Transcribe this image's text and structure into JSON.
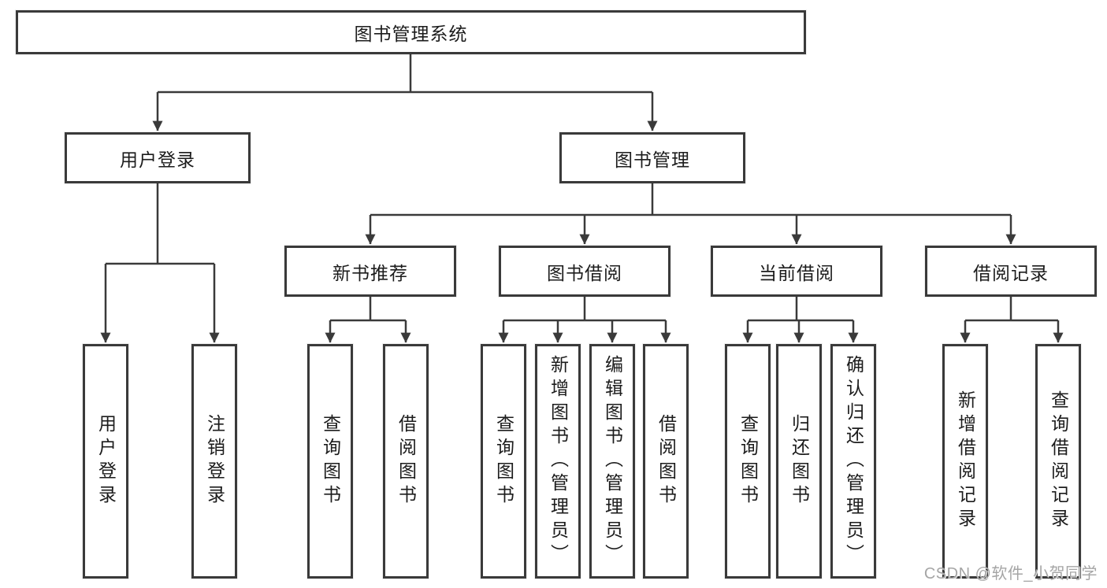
{
  "diagram": {
    "root": {
      "label": "图书管理系统"
    },
    "branches": [
      {
        "label": "用户登录",
        "children": [
          {
            "label": "用户登录"
          },
          {
            "label": "注销登录"
          }
        ]
      },
      {
        "label": "图书管理",
        "children": [
          {
            "label": "新书推荐",
            "children": [
              {
                "label": "查询图书"
              },
              {
                "label": "借阅图书"
              }
            ]
          },
          {
            "label": "图书借阅",
            "children": [
              {
                "label": "查询图书"
              },
              {
                "label": "新增图书（管理员）"
              },
              {
                "label": "编辑图书（管理员）"
              },
              {
                "label": "借阅图书"
              }
            ]
          },
          {
            "label": "当前借阅",
            "children": [
              {
                "label": "查询图书"
              },
              {
                "label": "归还图书"
              },
              {
                "label": "确认归还（管理员）"
              }
            ]
          },
          {
            "label": "借阅记录",
            "children": [
              {
                "label": "新增借阅记录"
              },
              {
                "label": "查询借阅记录"
              }
            ]
          }
        ]
      }
    ]
  },
  "watermark": {
    "text": "CSDN @软件_小贺同学"
  },
  "colors": {
    "line": "#3a3a3a",
    "box_border": "#3a3a3a",
    "text": "#1c1c1c",
    "watermark": "#a5a5a5",
    "background": "#ffffff"
  }
}
